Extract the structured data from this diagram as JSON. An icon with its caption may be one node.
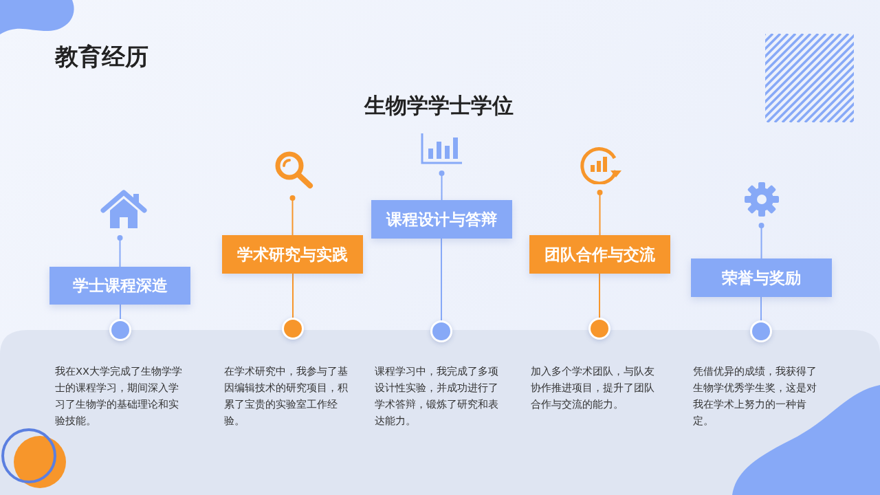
{
  "diagram": {
    "title": "教育经历",
    "labels": [
      "生物学学士学位"
    ],
    "nodes": [
      {
        "text": [],
        "shape": "picture"
      },
      {
        "text": [
          "学士课程深造"
        ]
      },
      {
        "text": [],
        "shape": "circle",
        "beside": [
          "我在XX大学完成了生物学学士的课程学习，期间深入学习了生物学的基础理论和实验技能。"
        ]
      },
      {
        "text": [],
        "shape": "picture"
      },
      {
        "text": [
          "学术研究与实践"
        ]
      },
      {
        "text": [],
        "shape": "circle",
        "beside": [
          "在学术研究中，我参与了基因编辑技术的研究项目，积累了宝贵的实验室工作经验。"
        ]
      },
      {
        "text": [],
        "shape": "picture"
      },
      {
        "text": [
          "课程设计与答辩"
        ]
      },
      {
        "text": [],
        "shape": "circle",
        "beside": [
          "课程学习中，我完成了多项设计性实验，并成功进行了学术答辩，锻炼了研究和表达能力。"
        ]
      },
      {
        "text": [],
        "shape": "picture"
      },
      {
        "text": [
          "团队合作与交流"
        ]
      },
      {
        "text": [],
        "shape": "circle",
        "beside": [
          "加入多个学术团队，与队友协作推进项目，提升了团队合作与交流的能力。"
        ]
      },
      {
        "text": [],
        "shape": "picture"
      },
      {
        "text": [
          "荣誉与奖励"
        ]
      },
      {
        "text": [],
        "shape": "circle",
        "beside": [
          "凭借优异的成绩，我获得了生物学优秀学生奖，这是对我在学术上努力的一种肯定。"
        ]
      }
    ],
    "edges": [
      {
        "from": 0,
        "to": 1,
        "arrow": "other",
        "color": "#87a9f7"
      },
      {
        "from": 1,
        "to": 2,
        "arrow": "none",
        "color": "#87a9f7"
      },
      {
        "from": 3,
        "to": 4,
        "arrow": "other",
        "color": "#f7962b"
      },
      {
        "from": 4,
        "to": 5,
        "arrow": "none",
        "color": "#f7962b"
      },
      {
        "from": 6,
        "to": 7,
        "arrow": "other",
        "color": "#87a9f7"
      },
      {
        "from": 7,
        "to": 8,
        "arrow": "none",
        "color": "#87a9f7"
      },
      {
        "from": 9,
        "to": 10,
        "arrow": "other",
        "color": "#f7962b"
      },
      {
        "from": 10,
        "to": 11,
        "arrow": "none",
        "color": "#f7962b"
      },
      {
        "from": 12,
        "to": 13,
        "arrow": "other",
        "color": "#87a9f7"
      },
      {
        "from": 13,
        "to": 14,
        "arrow": "none",
        "color": "#87a9f7"
      }
    ]
  }
}
